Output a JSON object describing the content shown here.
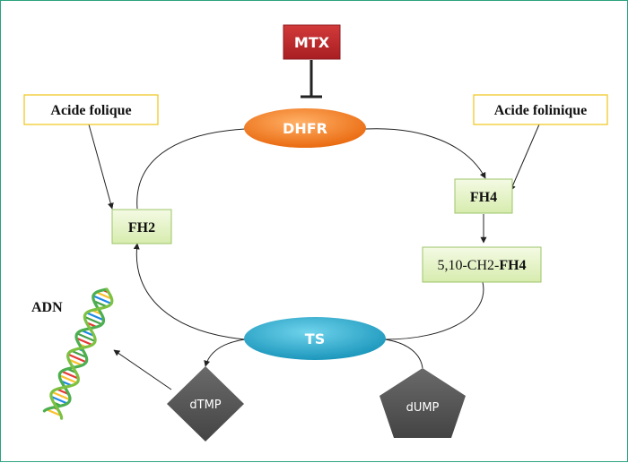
{
  "inhibitor": {
    "label": "MTX"
  },
  "enzymes": {
    "dhfr": {
      "label": "DHFR"
    },
    "ts": {
      "label": "TS"
    }
  },
  "sources": {
    "folic_acid": {
      "label": "Acide folique"
    },
    "folinic_acid": {
      "label": "Acide folinique"
    }
  },
  "metabolites": {
    "fh2": {
      "label": "FH2"
    },
    "fh4": {
      "label": "FH4"
    },
    "methylene_fh4": {
      "prefix": "5,10-CH2-",
      "bold": "FH4"
    }
  },
  "nucleotides": {
    "dtmp": {
      "label": "dTMP"
    },
    "dump": {
      "label": "dUMP"
    }
  },
  "dna": {
    "label": "ADN"
  },
  "colors": {
    "border": "#2aa37f",
    "mtx_fill": "#c0282b",
    "dhfr_fill": "#f07a1a",
    "ts_fill": "#1fa6c8",
    "box_fill": "#e6f3c6",
    "box_stroke": "#9cc46a",
    "label_box_stroke": "#f0c419",
    "nucleotide_fill": "#555555"
  }
}
